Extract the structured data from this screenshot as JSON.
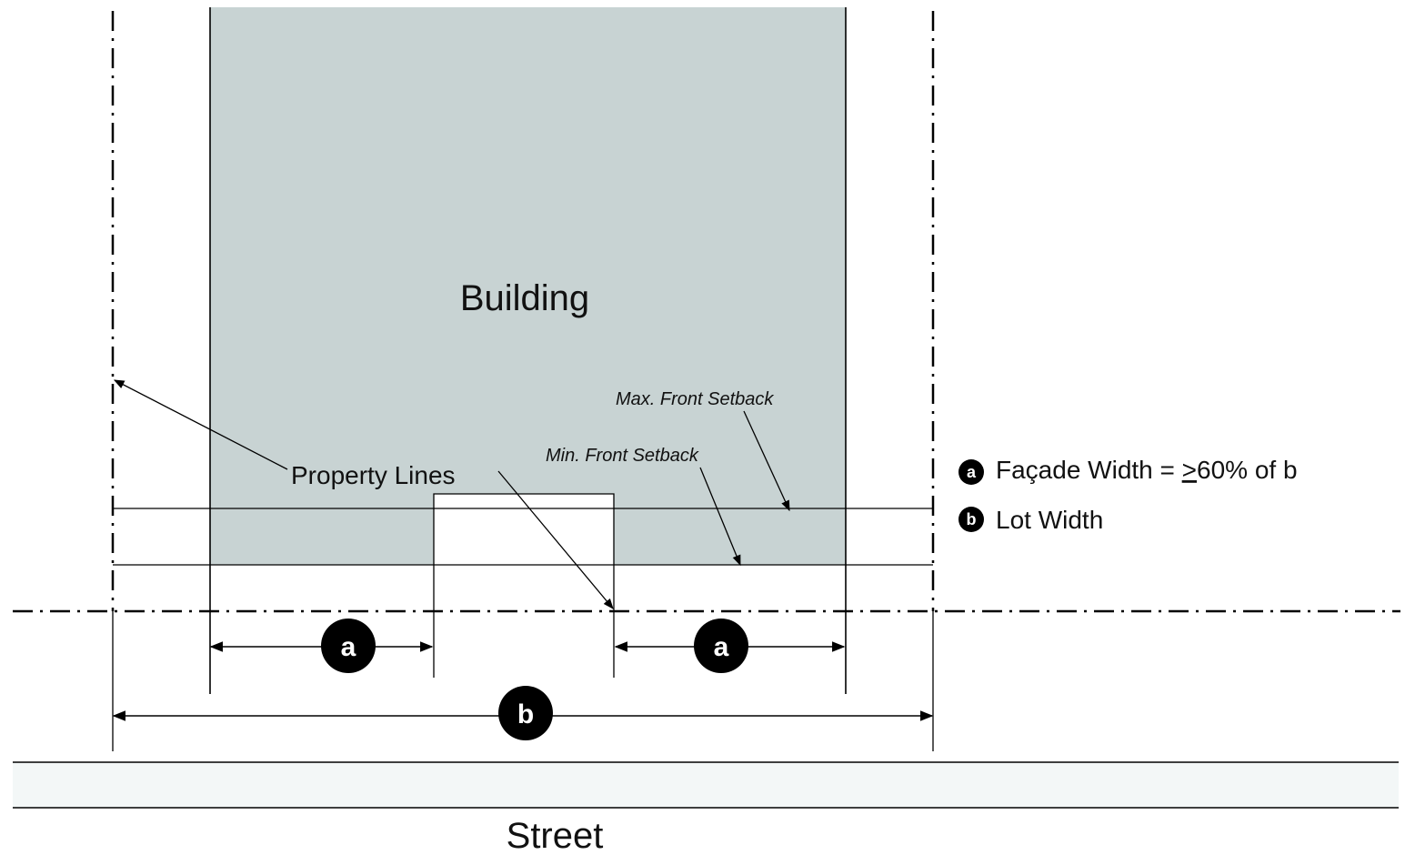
{
  "building": {
    "label": "Building"
  },
  "street": {
    "label": "Street"
  },
  "annotations": {
    "property_lines": "Property Lines",
    "max_front_setback": "Max. Front Setback",
    "min_front_setback": "Min. Front Setback"
  },
  "dimensions": {
    "a_marker": "a",
    "b_marker": "b"
  },
  "legend": {
    "items": [
      {
        "marker": "a",
        "prefix": "Façade Width = ",
        "underlined": ">",
        "suffix": "60% of b"
      },
      {
        "marker": "b",
        "label": "Lot Width"
      }
    ]
  },
  "colors": {
    "building_fill": "#c8d3d3",
    "street_fill": "#f3f7f7",
    "line": "#000000",
    "badge": "#000000"
  }
}
